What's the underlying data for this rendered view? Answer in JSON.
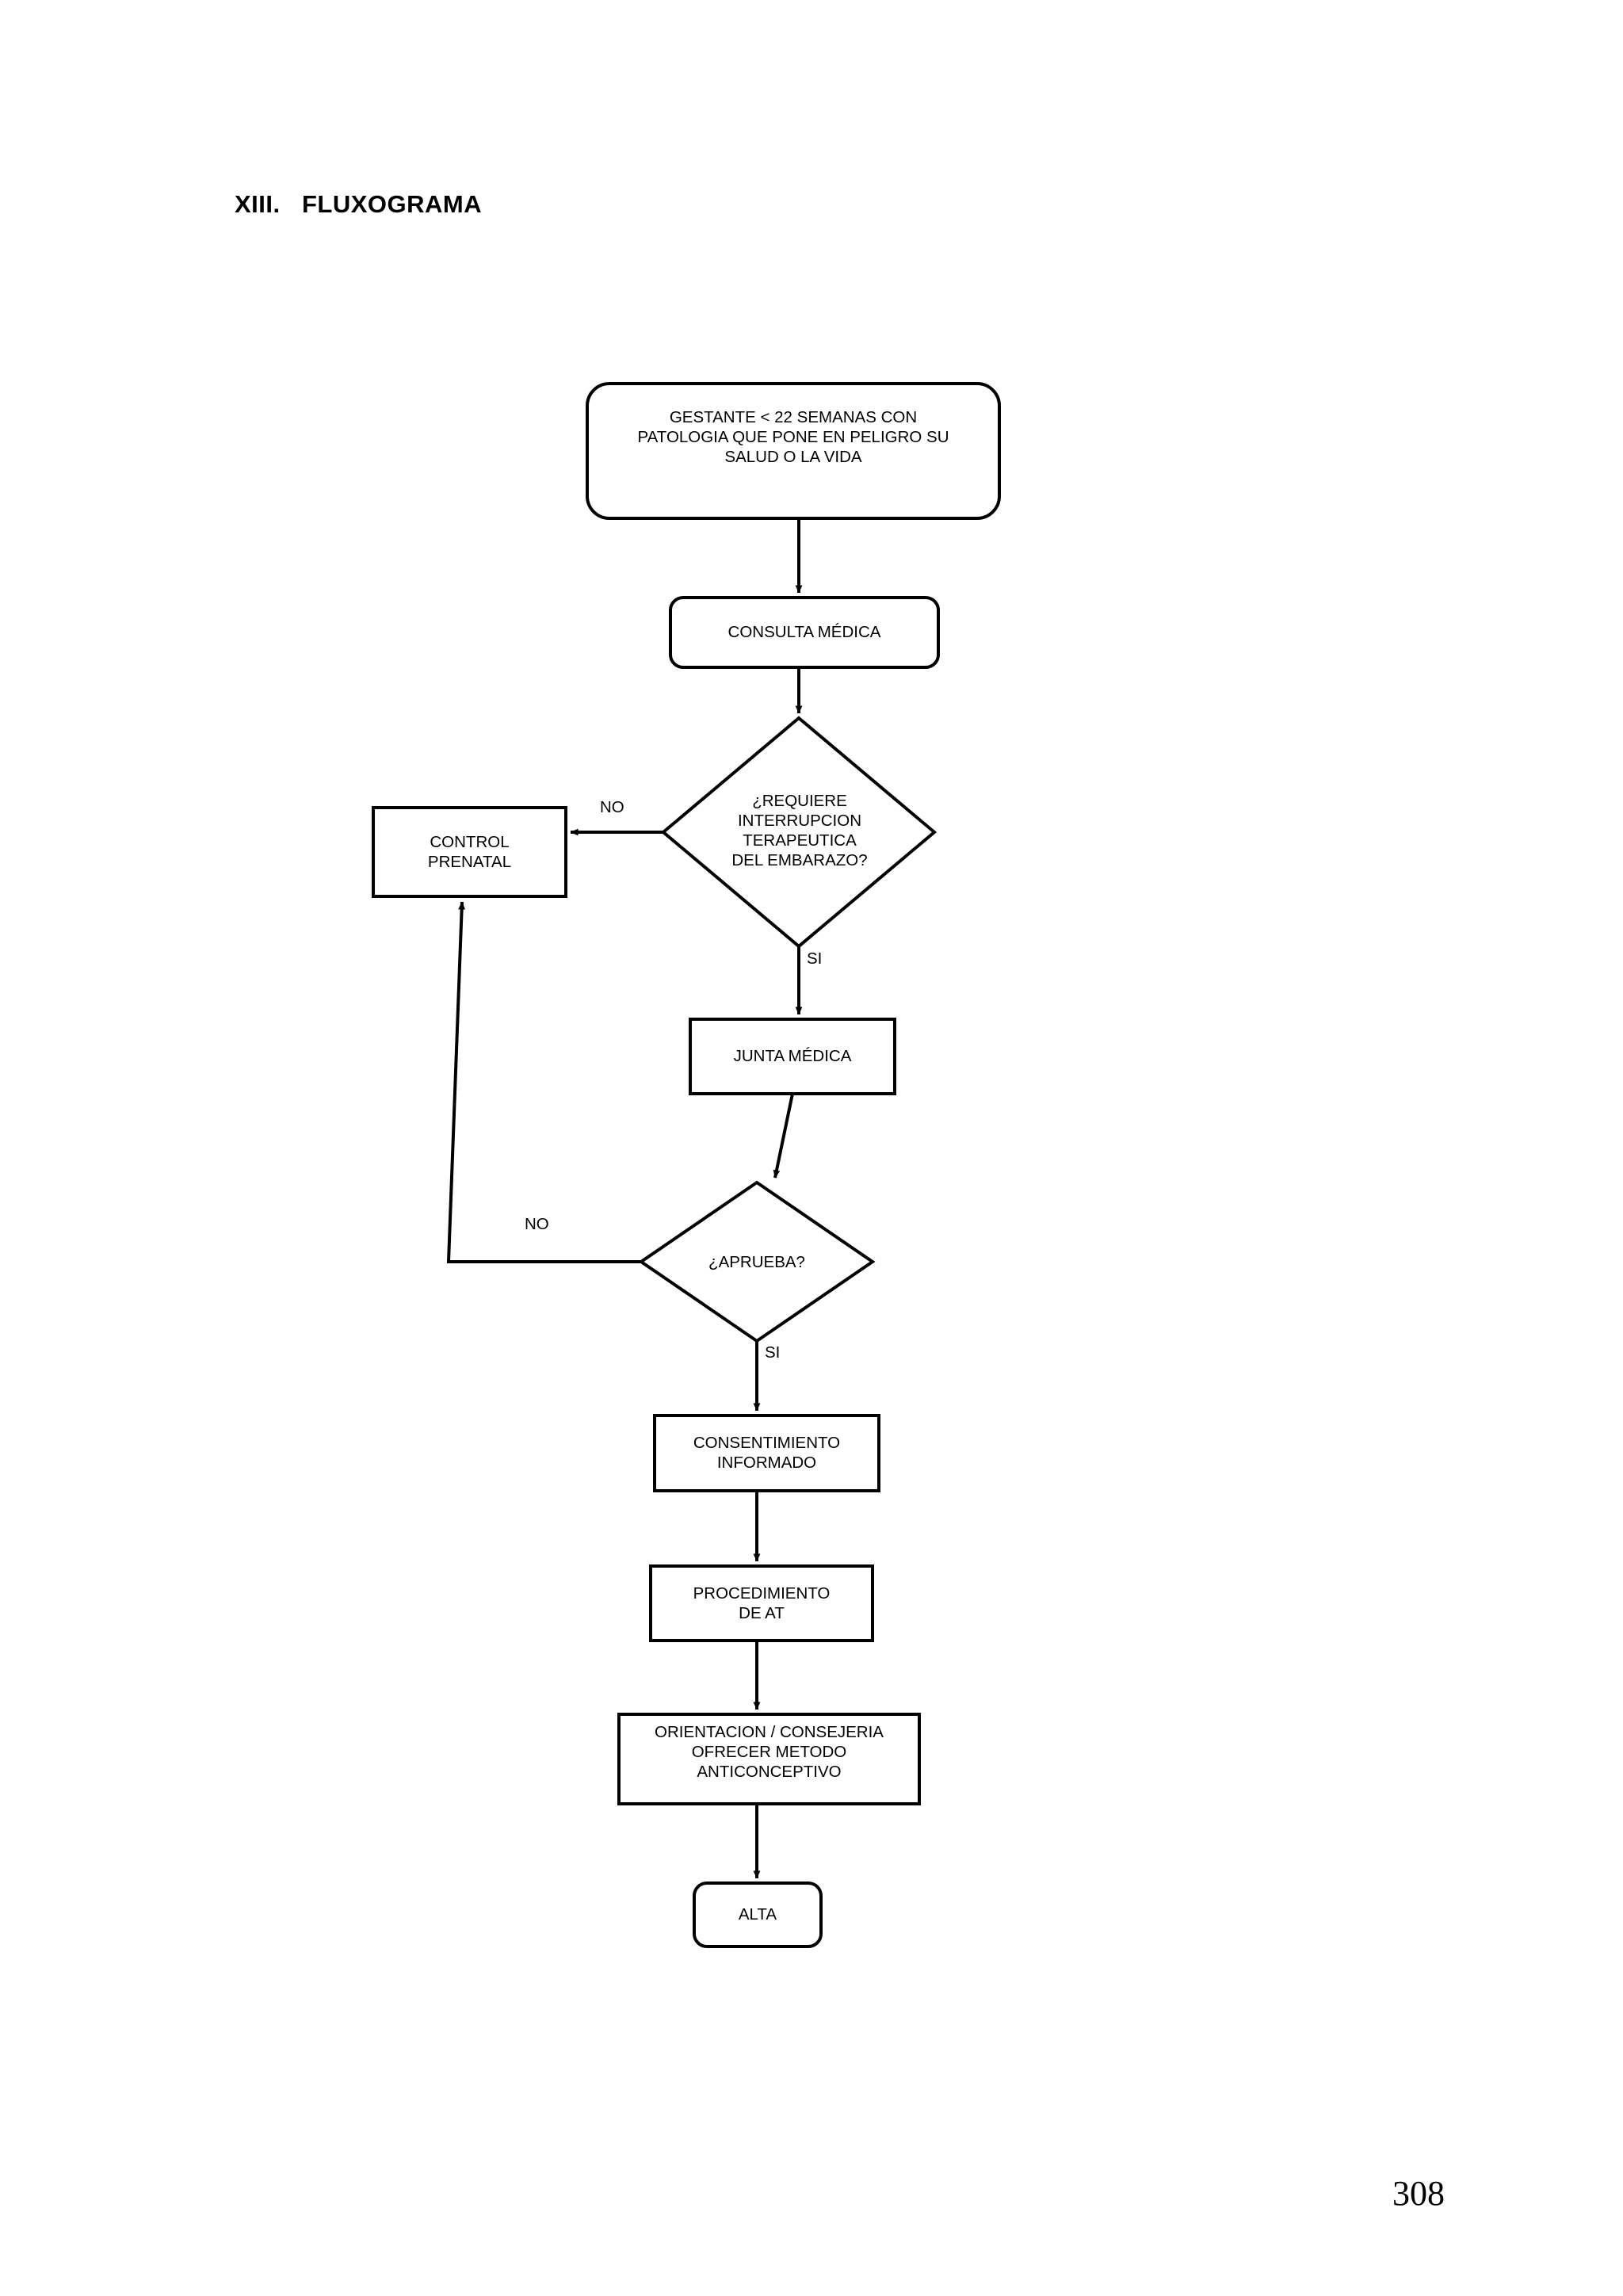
{
  "document": {
    "section_number": "XIII.",
    "title": "XIII.   FLUXOGRAMA",
    "page_number": "308"
  },
  "flowchart": {
    "nodes": [
      {
        "id": "start",
        "shape": "terminator",
        "label": "GESTANTE < 22 SEMANAS CON\nPATOLOGIA QUE PONE EN PELIGRO SU\nSALUD O LA VIDA"
      },
      {
        "id": "consulta-medica",
        "shape": "terminator",
        "label": "CONSULTA MÉDICA"
      },
      {
        "id": "requiere-ite",
        "shape": "decision",
        "label": "¿REQUIERE\nINTERRUPCION\nTERAPEUTICA\nDEL EMBARAZO?"
      },
      {
        "id": "control-prenatal",
        "shape": "process",
        "label": "CONTROL\nPRENATAL"
      },
      {
        "id": "junta-medica",
        "shape": "process",
        "label": "JUNTA MÉDICA"
      },
      {
        "id": "aprueba",
        "shape": "decision",
        "label": "¿APRUEBA?"
      },
      {
        "id": "consentimiento-informado",
        "shape": "process",
        "label": "CONSENTIMIENTO\nINFORMADO"
      },
      {
        "id": "procedimiento-at",
        "shape": "process",
        "label": "PROCEDIMIENTO\nDE AT"
      },
      {
        "id": "orientacion-consejeria",
        "shape": "process",
        "label": "ORIENTACION / CONSEJERIA\nOFRECER METODO\nANTICONCEPTIVO"
      },
      {
        "id": "alta",
        "shape": "terminator",
        "label": "ALTA"
      }
    ],
    "edge_labels": {
      "requiere_no": "NO",
      "requiere_si": "SI",
      "aprueba_no": "NO",
      "aprueba_si": "SI"
    },
    "edges": [
      {
        "from": "start",
        "to": "consulta-medica",
        "label": ""
      },
      {
        "from": "consulta-medica",
        "to": "requiere-ite",
        "label": ""
      },
      {
        "from": "requiere-ite",
        "to": "control-prenatal",
        "label": "NO"
      },
      {
        "from": "requiere-ite",
        "to": "junta-medica",
        "label": "SI"
      },
      {
        "from": "junta-medica",
        "to": "aprueba",
        "label": ""
      },
      {
        "from": "aprueba",
        "to": "control-prenatal",
        "label": "NO"
      },
      {
        "from": "aprueba",
        "to": "consentimiento-informado",
        "label": "SI"
      },
      {
        "from": "consentimiento-informado",
        "to": "procedimiento-at",
        "label": ""
      },
      {
        "from": "procedimiento-at",
        "to": "orientacion-consejeria",
        "label": ""
      },
      {
        "from": "orientacion-consejeria",
        "to": "alta",
        "label": ""
      }
    ],
    "colors": {
      "stroke": "#000000",
      "fill": "#ffffff",
      "text": "#000000"
    }
  }
}
